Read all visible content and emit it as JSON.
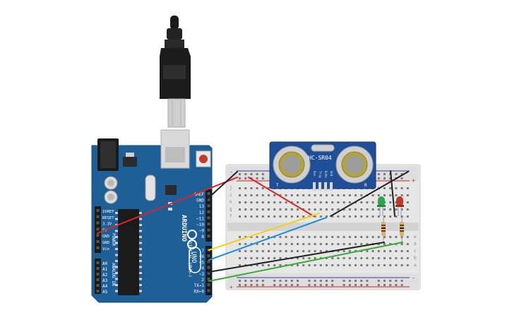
{
  "arduino": {
    "brand": "ARDUINO",
    "model": "UNO",
    "power_header": "POWER",
    "analog_header": "ANALOG IN",
    "digital_header": "DIGITAL (PWM~)",
    "power_pins": [
      "IOREF",
      "RESET",
      "3.3V",
      "5V",
      "GND",
      "GND",
      "Vin"
    ],
    "analog_pins": [
      "A0",
      "A1",
      "A2",
      "A3",
      "A4",
      "A5"
    ],
    "top_pins": [
      "AREF",
      "GND",
      "13",
      "12",
      "~11",
      "~10",
      "~9",
      "8"
    ],
    "bottom_pins": [
      "7",
      "~6",
      "~5",
      "4",
      "~3",
      "2",
      "TX→1",
      "RX←0"
    ]
  },
  "sensor": {
    "model": "HC-SR04",
    "pins": [
      "Vcc",
      "Trig",
      "Echo",
      "Gnd"
    ],
    "left_mark": "T",
    "right_mark": "R"
  },
  "breadboard": {
    "row_letters_top": [
      "j",
      "i",
      "h",
      "g",
      "f"
    ],
    "row_letters_bottom": [
      "e",
      "d",
      "c",
      "b",
      "a"
    ],
    "plus": "+",
    "minus": "-"
  },
  "colors": {
    "board": "#1e5f97",
    "wire_red": "#d62728",
    "wire_black": "#222222",
    "wire_yellow": "#f2d21c",
    "wire_blue": "#1f8fd6",
    "wire_green": "#3aaa35",
    "led_green": "#2ea44f",
    "led_red": "#c0392b"
  }
}
